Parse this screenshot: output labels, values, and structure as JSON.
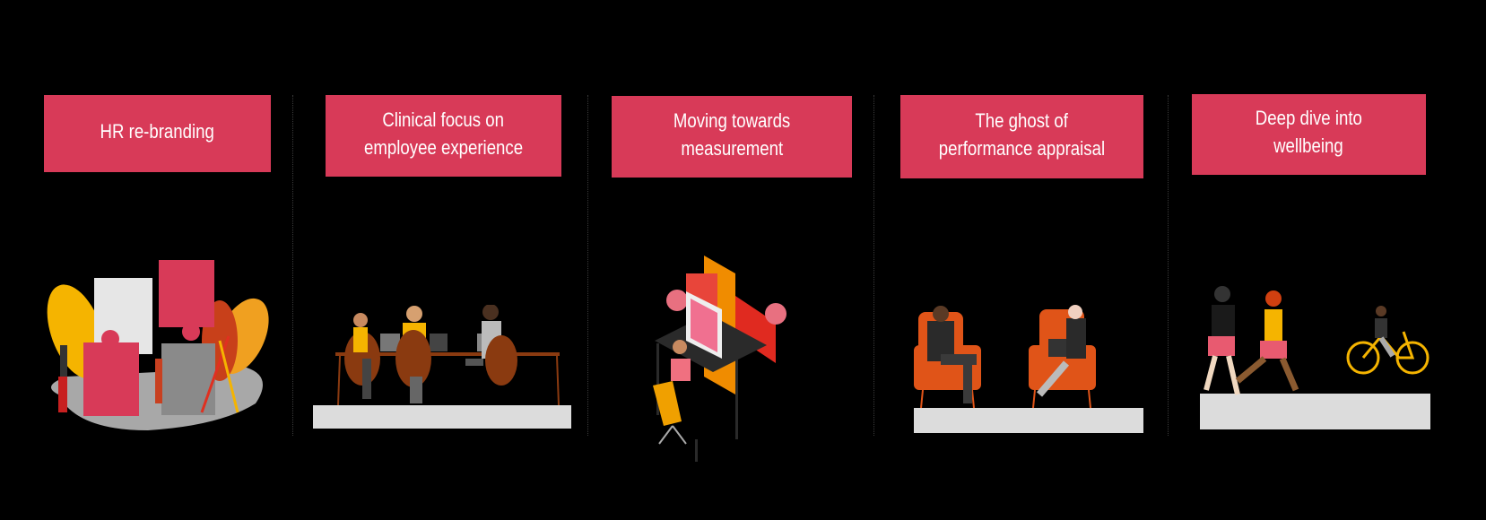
{
  "stages": [
    {
      "label_line1": "HR re-branding",
      "label_line2": ""
    },
    {
      "label_line1": "Clinical focus on",
      "label_line2": "employee experience"
    },
    {
      "label_line1": "Moving towards",
      "label_line2": "measurement"
    },
    {
      "label_line1": "The ghost of",
      "label_line2": "performance appraisal"
    },
    {
      "label_line1": "Deep dive into",
      "label_line2": "wellbeing"
    }
  ],
  "colors": {
    "background": "#000000",
    "box": "#d83a58",
    "accent_orange": "#f0a020",
    "accent_red": "#d64a1a",
    "platform": "#dcdcdc"
  }
}
